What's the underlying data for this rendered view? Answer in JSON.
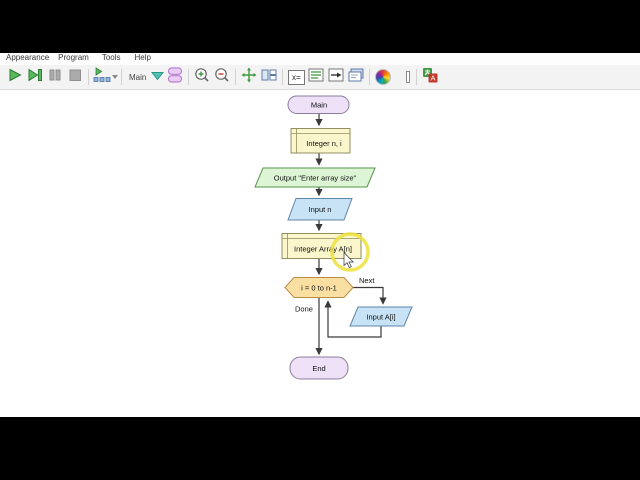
{
  "menu": {
    "items": [
      "Appearance",
      "Program",
      "Tools",
      "Help"
    ]
  },
  "toolbar": {
    "function_selector_label": "Main",
    "watch_icon_text": "x=",
    "translate_icon_letter": "A",
    "icon_names": [
      "run",
      "step",
      "pause",
      "stop",
      "run-to-cursor",
      "function-selector",
      "variables",
      "zoom-in",
      "zoom-out",
      "pan",
      "window-layout",
      "variable-watch",
      "console",
      "goto",
      "source-viewer",
      "chart-colors",
      "shape-colors",
      "translate"
    ]
  },
  "flowchart": {
    "function_name": "Main",
    "nodes": {
      "main": {
        "type": "terminal",
        "label": "Main"
      },
      "declare_n_i": {
        "type": "declare",
        "label": "Integer n, i"
      },
      "output_prompt": {
        "type": "output",
        "label": "Output \"Enter array size\""
      },
      "input_n": {
        "type": "input",
        "label": "Input n"
      },
      "declare_array": {
        "type": "declare",
        "label": "Integer Array A[n]"
      },
      "for_loop": {
        "type": "loop",
        "label": "i = 0 to n-1"
      },
      "input_a_i": {
        "type": "input",
        "label": "Input A[i]"
      },
      "end": {
        "type": "terminal",
        "label": "End"
      }
    },
    "edge_labels": {
      "loop_body": "Next",
      "loop_exit": "Done"
    },
    "colors": {
      "terminal_fill": "#EDE0F7",
      "terminal_stroke": "#8D7D9D",
      "declare_fill": "#FBF6CC",
      "declare_stroke": "#8F8F62",
      "output_fill": "#DDF5D4",
      "output_stroke": "#56954C",
      "input_fill": "#C9E3F6",
      "input_stroke": "#5D85A8",
      "loop_fill": "#FADFA2",
      "loop_stroke": "#BD8D45",
      "arrow": "#3A3A3A",
      "click_highlight": "#EFE13B"
    }
  }
}
